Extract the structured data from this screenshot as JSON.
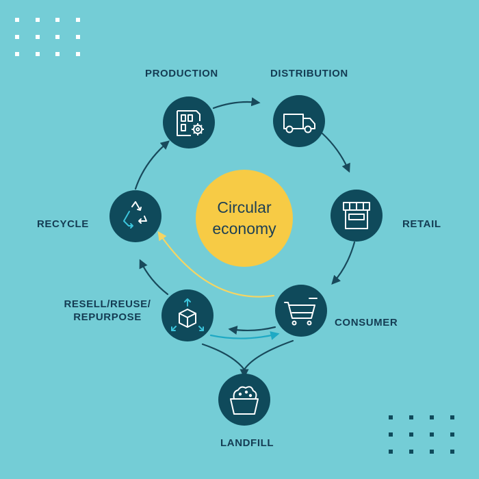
{
  "center": {
    "line1": "Circular",
    "line2": "economy"
  },
  "stages": {
    "production": "PRODUCTION",
    "distribution": "DISTRIBUTION",
    "retail": "RETAIL",
    "consumer": "CONSUMER",
    "landfill": "LANDFILL",
    "resell_line1": "RESELL/REUSE/",
    "resell_line2": "REPURPOSE",
    "recycle": "RECYCLE"
  },
  "icons": {
    "production": "factory-gear-icon",
    "distribution": "truck-icon",
    "retail": "storefront-icon",
    "consumer": "shopping-cart-icon",
    "landfill": "waste-bin-icon",
    "resell": "box-arrows-icon",
    "recycle": "recycle-icon"
  },
  "colors": {
    "background": "#74cdd6",
    "node": "#0f4a5b",
    "center": "#f7cb45",
    "arrow_dark": "#18495b",
    "arrow_yellow": "#f5d563",
    "arrow_cyan": "#1fa9c4",
    "decor_dots_top": "#ffffff",
    "decor_dots_bottom": "#0f4a5b"
  }
}
